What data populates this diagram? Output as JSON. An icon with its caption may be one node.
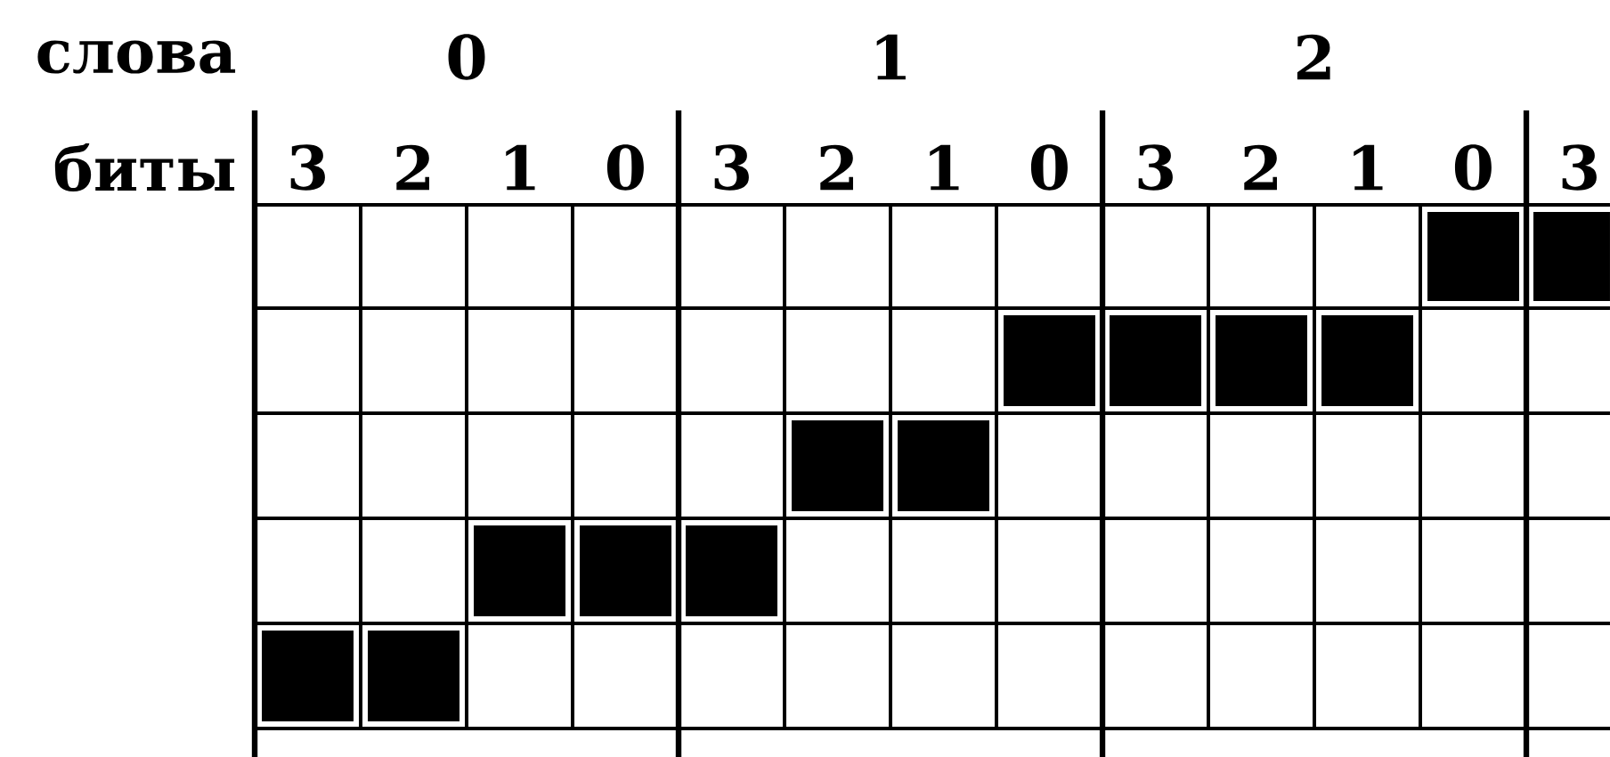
{
  "diagram": {
    "labels": [
      "слова",
      "0",
      "1",
      "2",
      "биты",
      "3",
      "2",
      "1",
      "0",
      "3",
      "2",
      "1",
      "0",
      "3",
      "2",
      "1",
      "0",
      "3"
    ]
  }
}
